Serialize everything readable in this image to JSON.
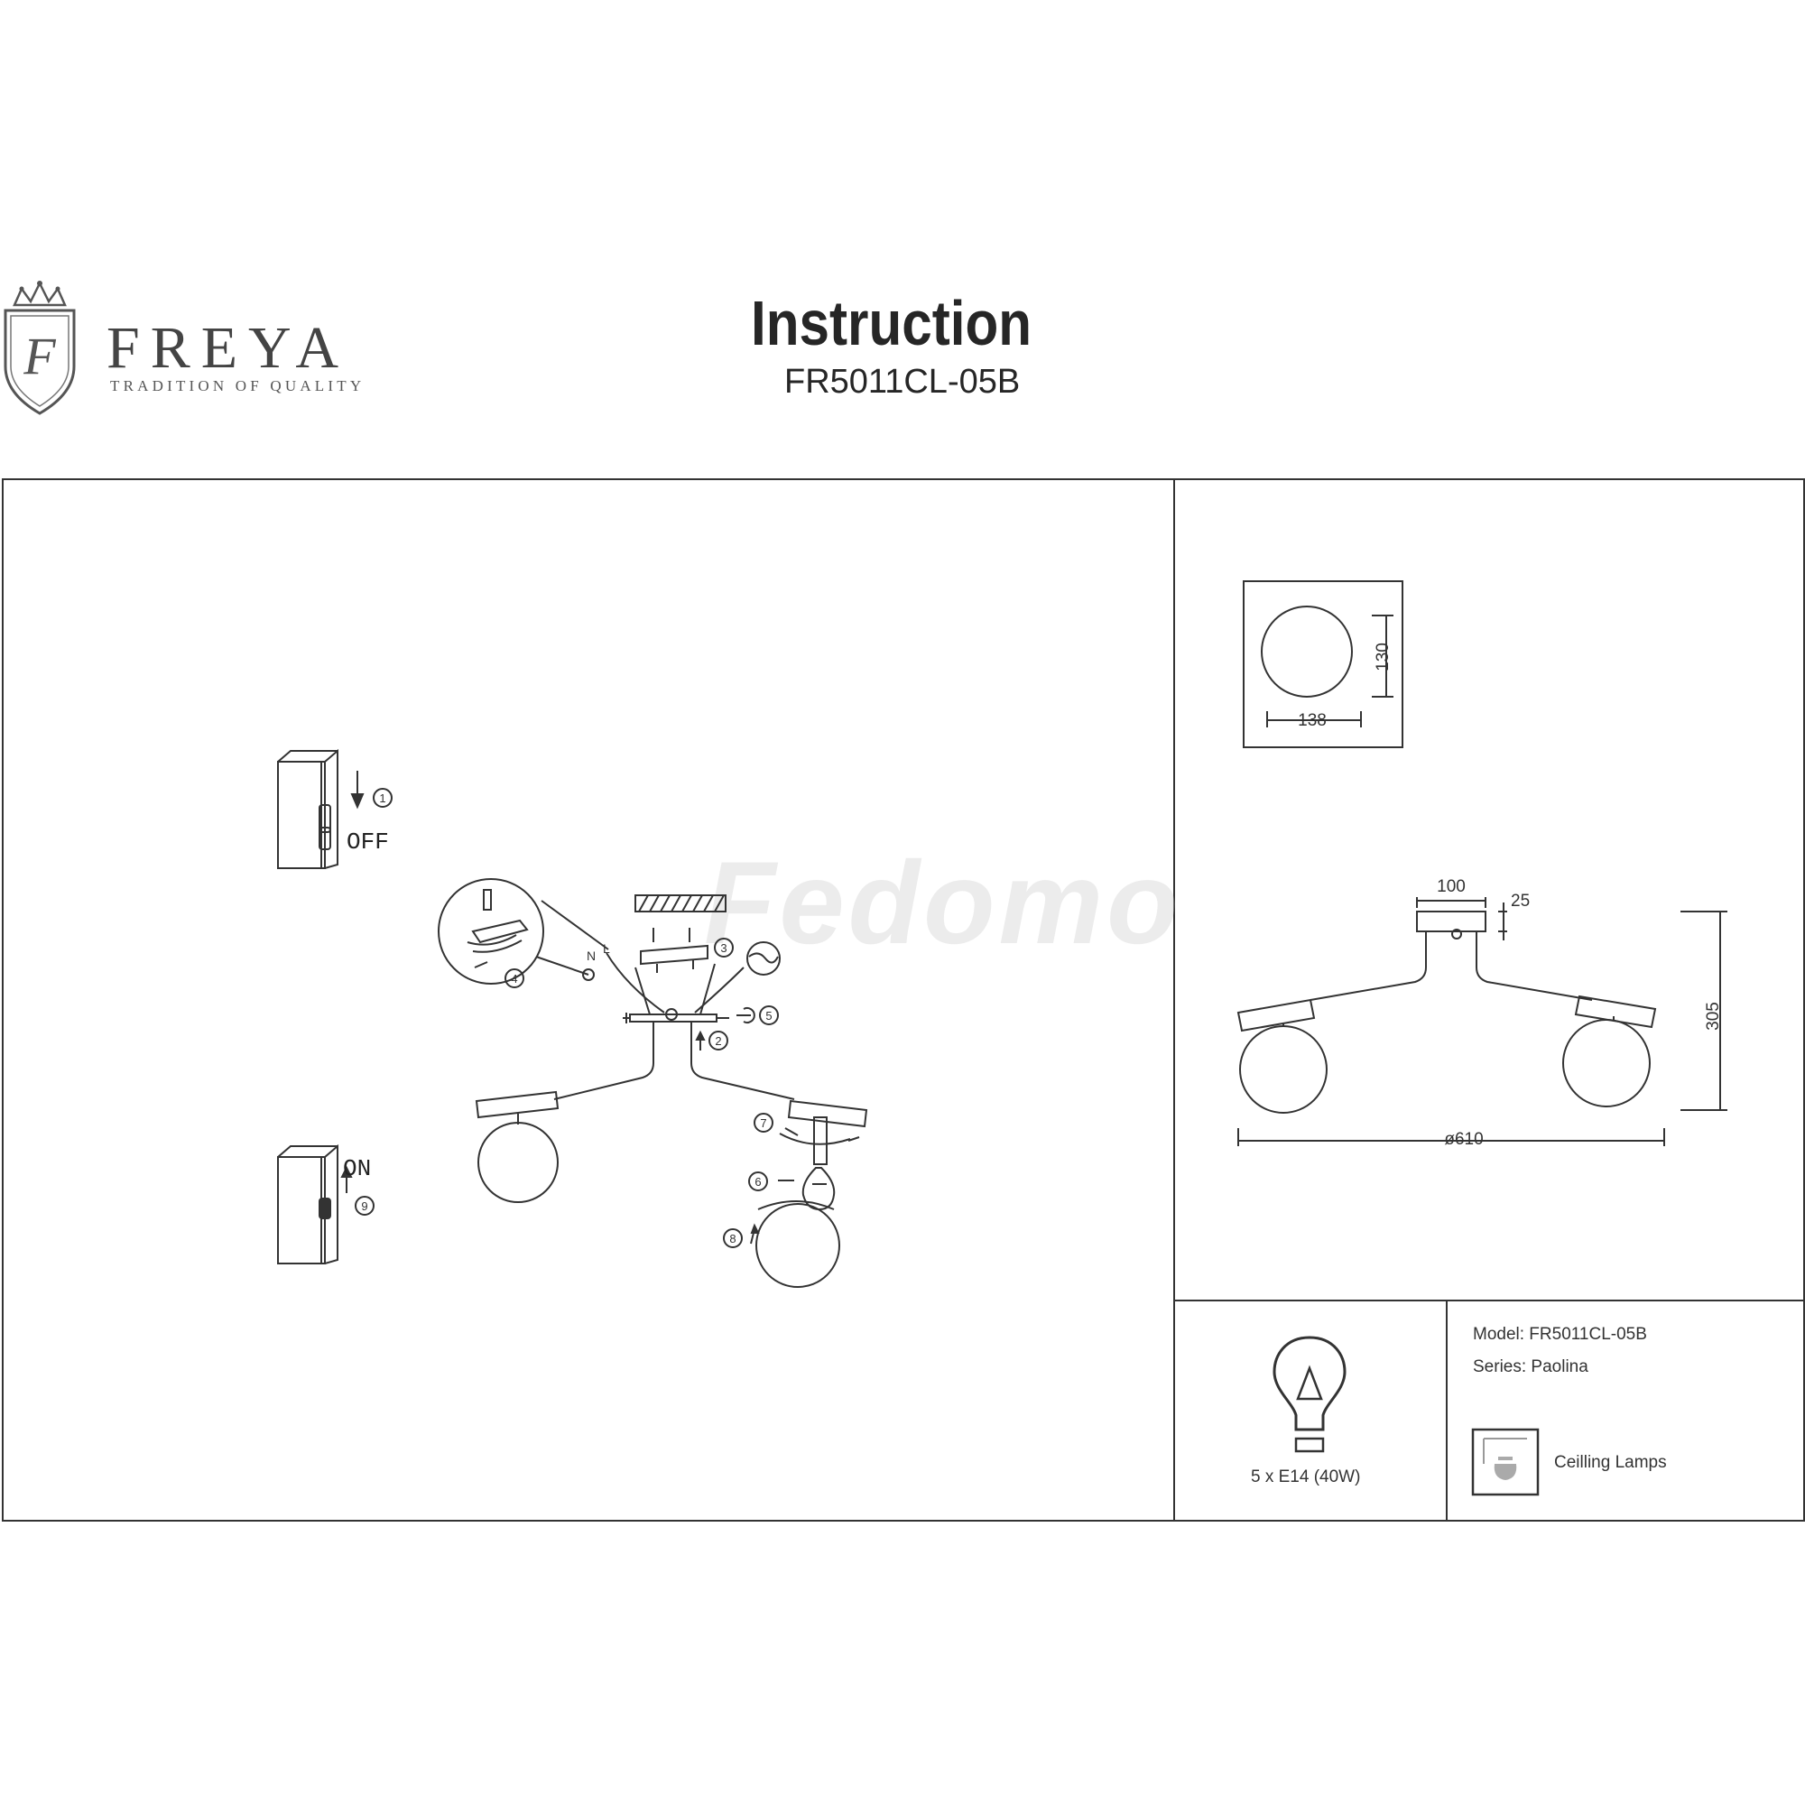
{
  "brand": {
    "emblem_letter": "F",
    "name": "FREYA",
    "tagline": "TRADITION OF QUALITY"
  },
  "header": {
    "title": "Instruction",
    "model_code": "FR5011CL-05B"
  },
  "watermark": "Fedomo",
  "steps": {
    "switch_off_label": "OFF",
    "switch_on_label": "ON",
    "wire_n": "N",
    "wire_l": "L",
    "numbers": [
      "1",
      "2",
      "3",
      "4",
      "5",
      "6",
      "7",
      "8",
      "9"
    ]
  },
  "dimensions": {
    "shade_width": "138",
    "shade_height": "130",
    "canopy_width": "100",
    "canopy_depth": "25",
    "overall_height": "305",
    "overall_diameter": "ø610"
  },
  "specs": {
    "bulb": "5 x E14 (40W)",
    "model_line": "Model: FR5011CL-05B",
    "series_line": "Series: Paolina",
    "category": "Ceilling Lamps"
  },
  "icons": {
    "bulb": "light-bulb-icon",
    "ceiling_lamp": "ceiling-lamp-icon",
    "wall_switch": "wall-switch-icon"
  }
}
